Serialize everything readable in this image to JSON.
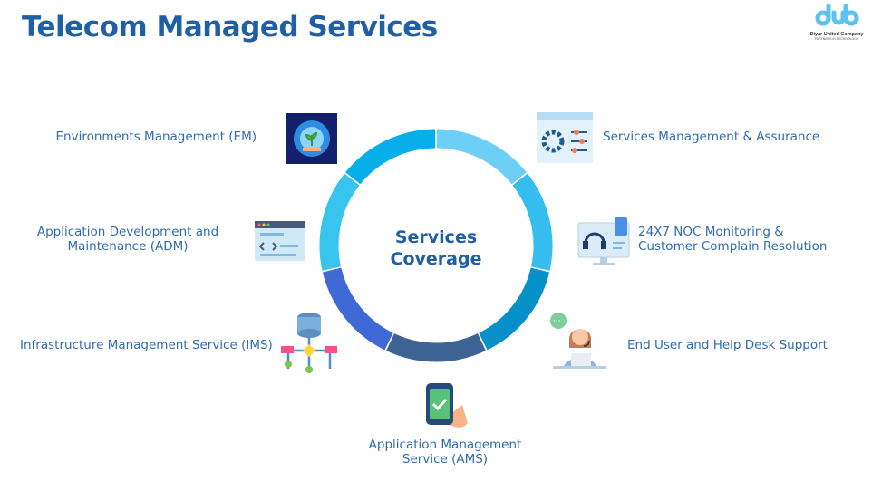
{
  "title": "Telecom Managed Services",
  "center": {
    "line1": "Services",
    "line2": "Coverage"
  },
  "logo": {
    "mark": "dub",
    "name": "Diyar United Company",
    "tagline": "PARTNERS IN TECHNOLOGY"
  },
  "services": {
    "em": "Environments Management (EM)",
    "adm1": "Application Development and",
    "adm2": "Maintenance  (ADM)",
    "ims": "Infrastructure Management Service (IMS)",
    "ams1": "Application Management",
    "ams2": "Service (AMS)",
    "sma": "Services Management & Assurance",
    "noc1": "24X7 NOC Monitoring &",
    "noc2": "Customer Complain Resolution",
    "help": "End User and Help Desk Support"
  },
  "ring_colors": [
    "#6ecff6",
    "#35bdf0",
    "#0590c9",
    "#3c6394",
    "#3f6ad6",
    "#38c4ec",
    "#06aeea"
  ]
}
